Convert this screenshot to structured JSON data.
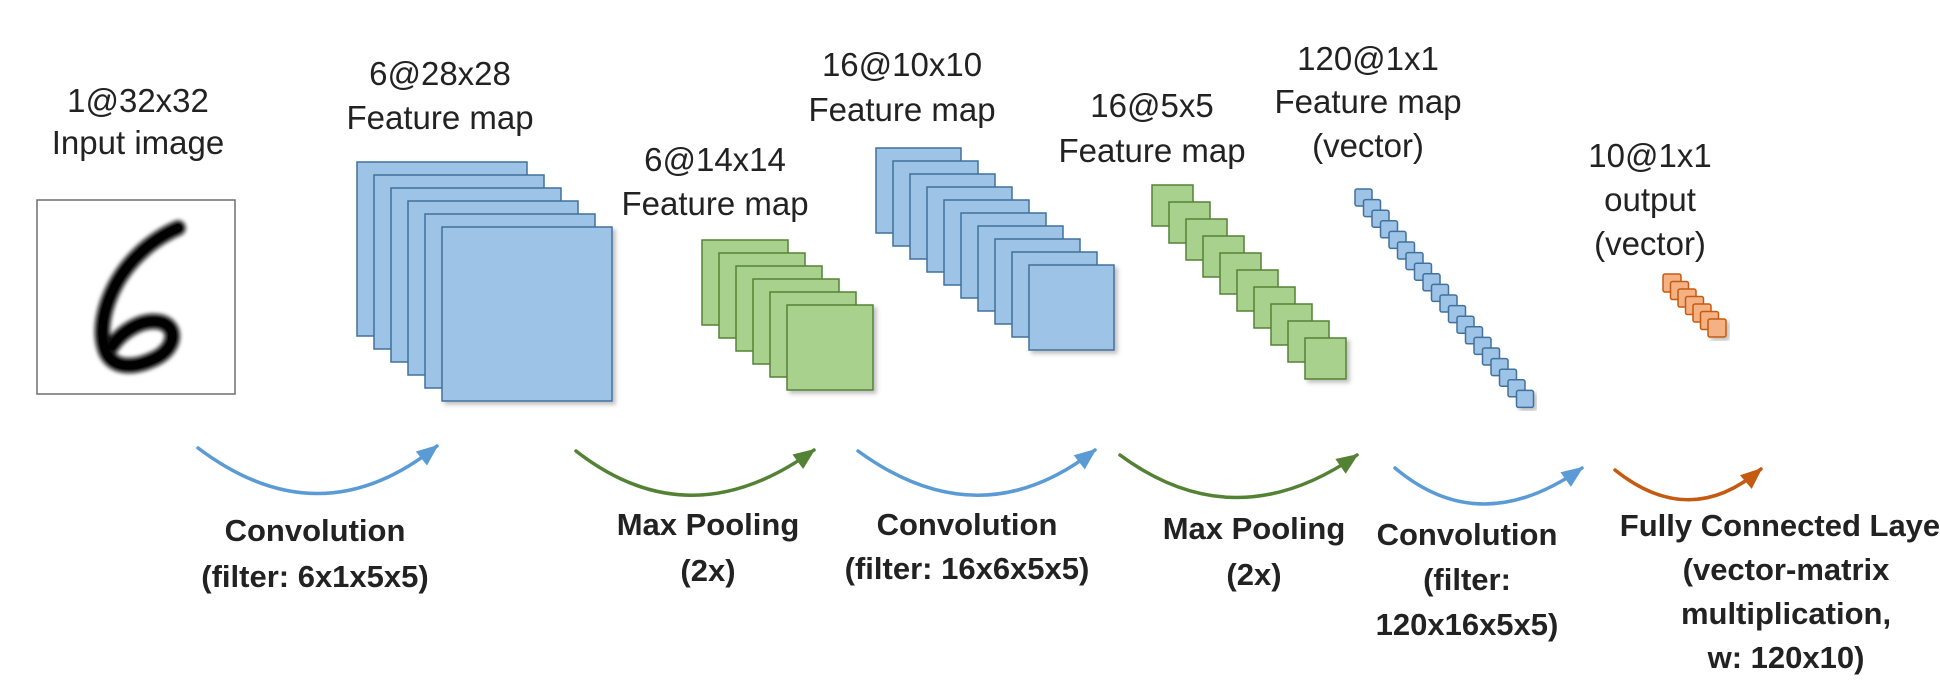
{
  "layers": [
    {
      "id": "input",
      "lines": [
        "1@32x32",
        "Input image"
      ]
    },
    {
      "id": "c1",
      "lines": [
        "6@28x28",
        "Feature map"
      ]
    },
    {
      "id": "s2",
      "lines": [
        "6@14x14",
        "Feature map"
      ]
    },
    {
      "id": "c3",
      "lines": [
        "16@10x10",
        "Feature map"
      ]
    },
    {
      "id": "s4",
      "lines": [
        "16@5x5",
        "Feature map"
      ]
    },
    {
      "id": "c5",
      "lines": [
        "120@1x1",
        "Feature map",
        "(vector)"
      ]
    },
    {
      "id": "output",
      "lines": [
        "10@1x1",
        "output",
        "(vector)"
      ]
    }
  ],
  "operations": [
    {
      "id": "conv1",
      "lines": [
        "Convolution",
        "(filter: 6x1x5x5)"
      ],
      "color": "#5b9bd5"
    },
    {
      "id": "pool1",
      "lines": [
        "Max Pooling",
        "(2x)"
      ],
      "color": "#548235"
    },
    {
      "id": "conv2",
      "lines": [
        "Convolution",
        "(filter: 16x6x5x5)"
      ],
      "color": "#5b9bd5"
    },
    {
      "id": "pool2",
      "lines": [
        "Max Pooling",
        "(2x)"
      ],
      "color": "#548235"
    },
    {
      "id": "conv3",
      "lines": [
        "Convolution",
        "(filter:",
        "120x16x5x5)"
      ],
      "color": "#5b9bd5"
    },
    {
      "id": "fc",
      "lines": [
        "Fully Connected Layer",
        "(vector-matrix",
        "multiplication,",
        "w: 120x10)"
      ],
      "color": "#c55a11"
    }
  ],
  "colors": {
    "conv_fill": "#9dc3e6",
    "conv_stroke": "#41719c",
    "pool_fill": "#a9d18e",
    "pool_stroke": "#548235",
    "output_fill": "#f4b183",
    "output_stroke": "#c55a11"
  },
  "icons": {
    "input_image": "handwritten-digit-6"
  }
}
